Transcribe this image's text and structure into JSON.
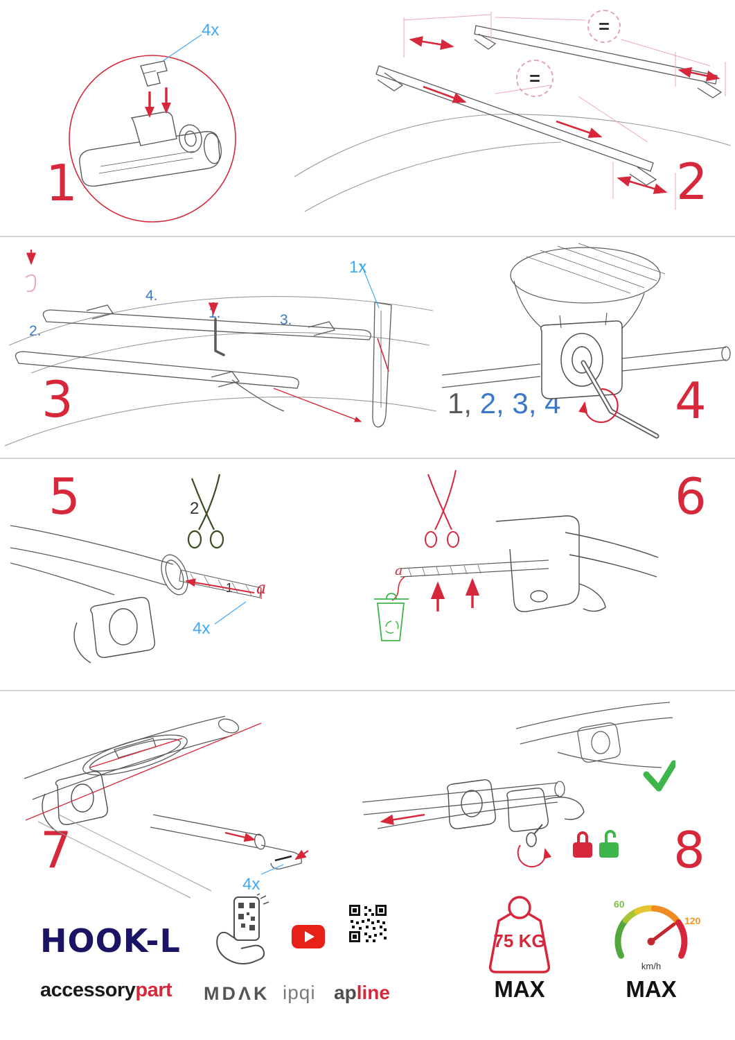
{
  "colors": {
    "accent_red": "#d6283a",
    "accent_blue": "#3fa9f5",
    "label_blue": "#3a78c9",
    "navy": "#1b1464",
    "green": "#3db54a",
    "orange": "#f7931e",
    "gray": "#4d4d4d",
    "youtube_red": "#e62117"
  },
  "steps": {
    "s1": {
      "number": "1",
      "qty": "4x"
    },
    "s2": {
      "number": "2",
      "equal_top": "=",
      "equal_mid": "="
    },
    "s3": {
      "number": "3",
      "label_1": "1.",
      "label_2": "2.",
      "label_3": "3.",
      "label_4": "4.",
      "qty": "1x"
    },
    "s4": {
      "number": "4",
      "seq_first": "1,",
      "seq_rest": " 2, 3, 4"
    },
    "s5": {
      "number": "5",
      "cut_label": "2",
      "strap_label": "1",
      "dim_label": "a",
      "qty": "4x"
    },
    "s6": {
      "number": "6",
      "dim_label": "a"
    },
    "s7": {
      "number": "7",
      "qty": "4x"
    },
    "s8": {
      "number": "8"
    }
  },
  "footer": {
    "product_name": "HOOK-L",
    "brand_prefix": "accessory",
    "brand_suffix": "part",
    "logo_mdak": "MDΛK",
    "logo_ipqi": "ipqi",
    "logo_apline_prefix": "ap",
    "logo_apline_suffix": "line",
    "weight_limit": "75 KG",
    "weight_max": "MAX",
    "speed_low": "60",
    "speed_high": "120",
    "speed_unit": "km/h",
    "speed_max": "MAX"
  }
}
